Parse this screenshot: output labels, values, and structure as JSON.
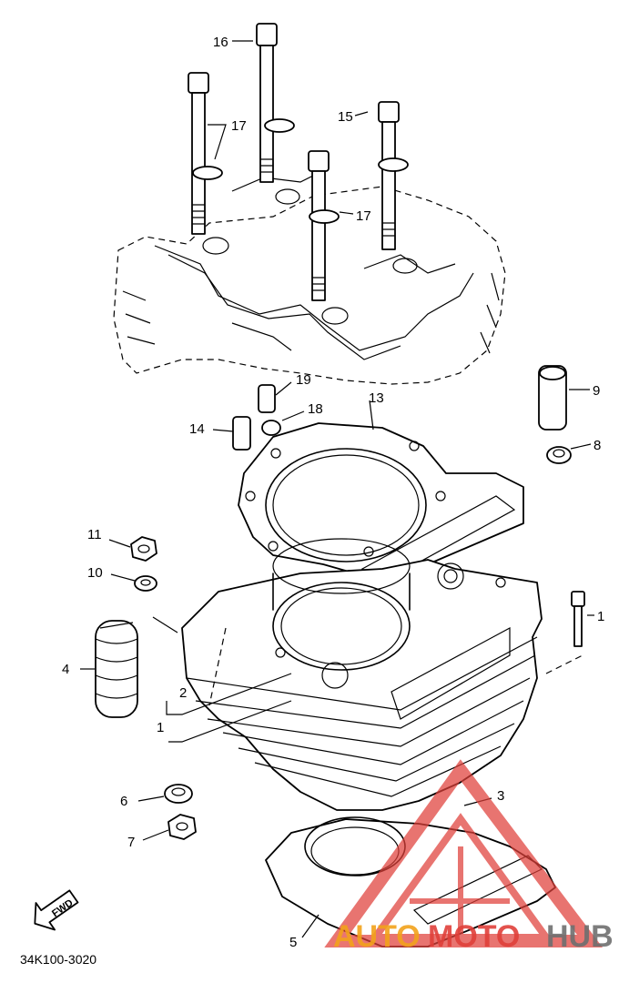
{
  "diagram": {
    "part_code": "34K100-3020",
    "fwd_label": "FWD",
    "labels": [
      "1",
      "2",
      "3",
      "4",
      "5",
      "6",
      "7",
      "8",
      "9",
      "10",
      "11",
      "13",
      "14",
      "15",
      "16",
      "17",
      "17",
      "18",
      "19"
    ]
  },
  "watermark": {
    "word_a": "AUTO",
    "word_b": "MOTO",
    "word_c": "HUB",
    "color_red": "#e0403a",
    "color_gray": "#6f6f6f",
    "color_orange": "#f2a21b"
  }
}
